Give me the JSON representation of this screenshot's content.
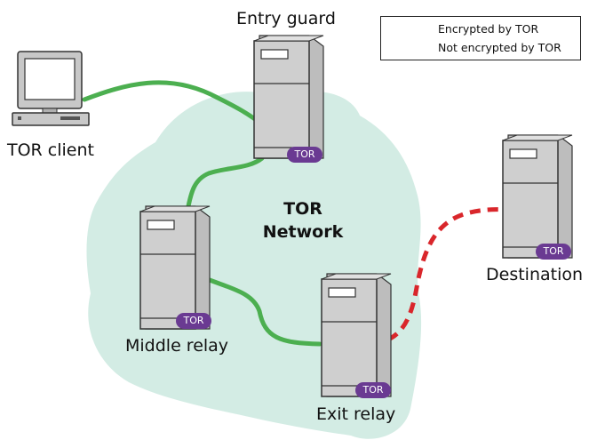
{
  "network_label": [
    "TOR",
    "Network"
  ],
  "nodes": {
    "client": {
      "label": "TOR client"
    },
    "entry": {
      "label": "Entry guard",
      "badge": "TOR"
    },
    "middle": {
      "label": "Middle relay",
      "badge": "TOR"
    },
    "exit": {
      "label": "Exit relay",
      "badge": "TOR"
    },
    "destination": {
      "label": "Destination",
      "badge": "TOR"
    }
  },
  "legend": {
    "encrypted": {
      "label": "Encrypted by TOR",
      "color": "#4caf50",
      "style": "solid"
    },
    "unencrypted": {
      "label": "Not encrypted by TOR",
      "color": "#d9262b",
      "style": "dashed"
    }
  },
  "colors": {
    "network_cloud": "#d3ece4",
    "server_body": "#c4c4c4",
    "badge": "#6a3a92"
  }
}
